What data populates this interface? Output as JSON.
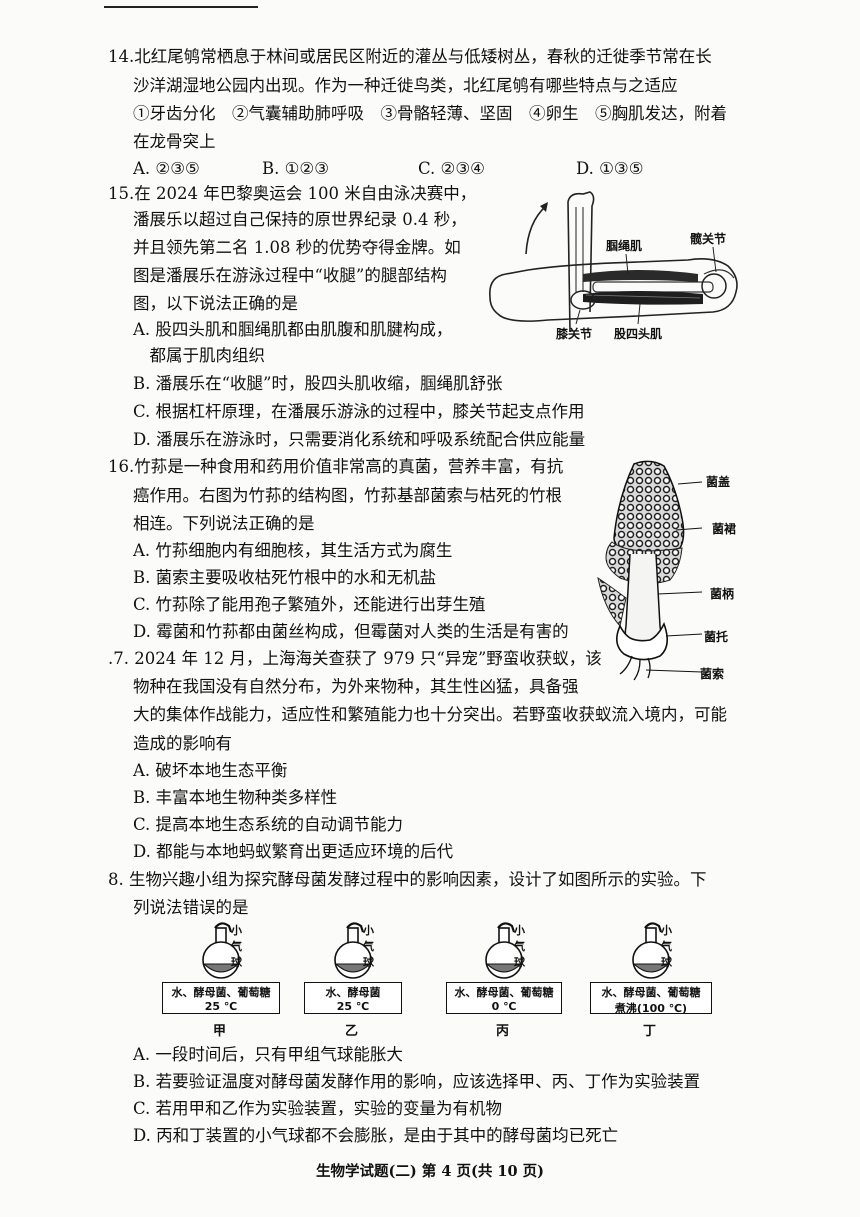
{
  "q14": {
    "lines": [
      "14.北红尾鸲常栖息于林间或居民区附近的灌丛与低矮树丛，春秋的迁徙季节常在长",
      "沙洋湖湿地公园内出现。作为一种迁徙鸟类，北红尾鸲有哪些特点与之适应",
      "①牙齿分化　②气囊辅助肺呼吸　③骨骼轻薄、坚固　④卵生　⑤胸肌发达，附着",
      "在龙骨突上"
    ],
    "options": [
      "A. ②③⑤",
      "B. ①②③",
      "C. ②③④",
      "D. ①③⑤"
    ]
  },
  "q15": {
    "lines": [
      "15.在 2024 年巴黎奥运会 100 米自由泳决赛中，",
      "潘展乐以超过自己保持的原世界纪录 0.4 秒，",
      "并且领先第二名 1.08 秒的优势夺得金牌。如",
      "图是潘展乐在游泳过程中“收腿”的腿部结构",
      "图，以下说法正确的是",
      "A. 股四头肌和腘绳肌都由肌腹和肌腱构成，",
      "　都属于肌肉组织",
      "B. 潘展乐在“收腿”时，股四头肌收缩，腘绳肌舒张",
      "C. 根据杠杆原理，在潘展乐游泳的过程中，膝关节起支点作用",
      "D. 潘展乐在游泳时，只需要消化系统和呼吸系统配合供应能量"
    ],
    "figure": {
      "labels": [
        "腘绳肌",
        "髋关节",
        "膝关节",
        "股四头肌"
      ]
    }
  },
  "q16": {
    "lines": [
      "16.竹荪是一种食用和药用价值非常高的真菌，营养丰富，有抗",
      "癌作用。右图为竹荪的结构图，竹荪基部菌索与枯死的竹根",
      "相连。下列说法正确的是",
      "A. 竹荪细胞内有细胞核，其生活方式为腐生",
      "B. 菌索主要吸收枯死竹根中的水和无机盐",
      "C. 竹荪除了能用孢子繁殖外，还能进行出芽生殖",
      "D. 霉菌和竹荪都由菌丝构成，但霉菌对人类的生活是有害的"
    ],
    "figure": {
      "labels": [
        "菌盖",
        "菌裙",
        "菌柄",
        "菌托",
        "菌索"
      ]
    }
  },
  "q17": {
    "lines": [
      ".7. 2024 年 12 月，上海海关查获了 979 只“异宠”野蛮收获蚁，该",
      "物种在我国没有自然分布，为外来物种，其生性凶猛，具备强",
      "大的集体作战能力，适应性和繁殖能力也十分突出。若野蛮收获蚁流入境内，可能",
      "造成的影响有",
      "A. 破坏本地生态平衡",
      "B. 丰富本地生物种类多样性",
      "C. 提高本地生态系统的自动调节能力",
      "D. 都能与本地蚂蚁繁育出更适应环境的后代"
    ]
  },
  "q18": {
    "lines": [
      "8. 生物兴趣小组为探究酵母菌发酵过程中的影响因素，设计了如图所示的实验。下",
      "列说法错误的是",
      "A. 一段时间后，只有甲组气球能胀大",
      "B. 若要验证温度对酵母菌发酵作用的影响，应该选择甲、丙、丁作为实验装置",
      "C. 若用甲和乙作为实验装置，实验的变量为有机物",
      "D. 丙和丁装置的小气球都不会膨胀，是由于其中的酵母菌均已死亡"
    ],
    "setups": [
      {
        "balloon": "小气球",
        "contents": "水、酵母菌、葡萄糖",
        "condition": "25 ℃",
        "name": "甲"
      },
      {
        "balloon": "小气球",
        "contents": "水、酵母菌",
        "condition": "25 ℃",
        "name": "乙"
      },
      {
        "balloon": "小气球",
        "contents": "水、酵母菌、葡萄糖",
        "condition": "0 ℃",
        "name": "丙"
      },
      {
        "balloon": "小气球",
        "contents": "水、酵母菌、葡萄糖",
        "condition": "煮沸(100 ℃)",
        "name": "丁"
      }
    ]
  },
  "footer": "生物学试题(二) 第 4 页(共 10 页)"
}
